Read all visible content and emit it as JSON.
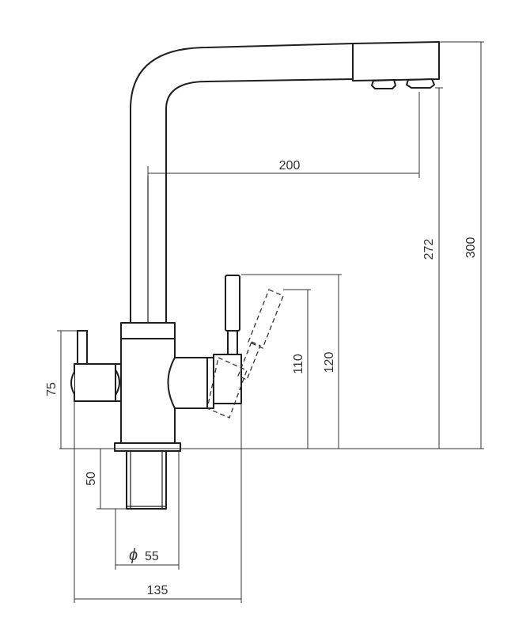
{
  "dimensions": {
    "spout_reach": "200",
    "total_height": "300",
    "spout_height": "272",
    "lever_height_1": "110",
    "lever_height_2": "120",
    "side_handle_height": "75",
    "shank_length": "50",
    "shank_diameter": "55",
    "diameter_symbol": "ϕ",
    "base_width": "135"
  },
  "colors": {
    "line": "#1e1e1e",
    "dimension": "#333333",
    "background": "#ffffff"
  }
}
